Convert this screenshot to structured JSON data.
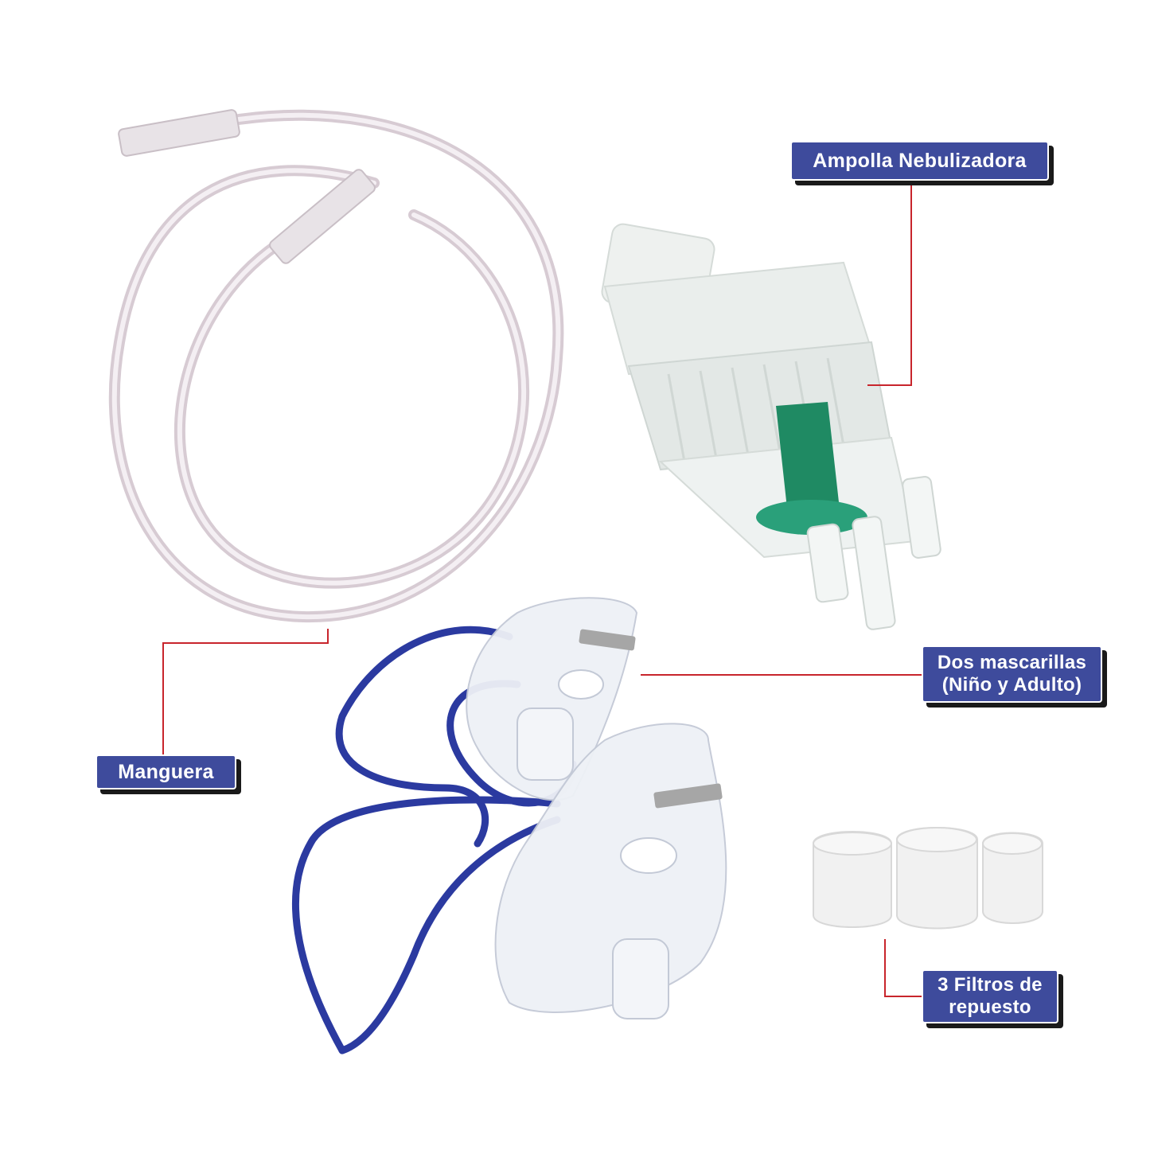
{
  "labels": {
    "ampolla": "Ampolla Nebulizadora",
    "manguera": "Manguera",
    "mascarillas_line1": "Dos mascarillas",
    "mascarillas_line2": "(Niño y Adulto)",
    "filtros_line1": "3 Filtros de",
    "filtros_line2": "repuesto"
  },
  "colors": {
    "label_bg": "#3e4b9c",
    "label_text": "#ffffff",
    "label_shadow": "#1a1a1a",
    "connector": "#c8252c",
    "tube": "#d9cfd6",
    "mask_strap": "#2b3aa0",
    "nebulizer_green": "#1f8a63",
    "filter": "#f1f1f1"
  },
  "icons": {
    "tube": "oxygen-tube-illustration",
    "nebulizer": "nebulizer-cup-illustration",
    "masks": "nebulizer-masks-illustration",
    "filters": "foam-filters-illustration"
  }
}
